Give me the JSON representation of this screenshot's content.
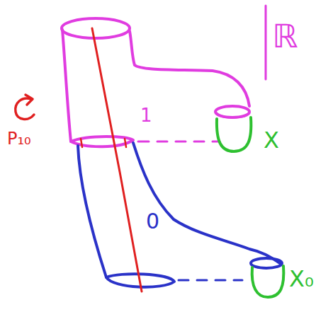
{
  "diagram": {
    "labels": [
      "ℝ",
      "1",
      "0",
      "P₁₀",
      "X",
      "X₀"
    ]
  }
}
